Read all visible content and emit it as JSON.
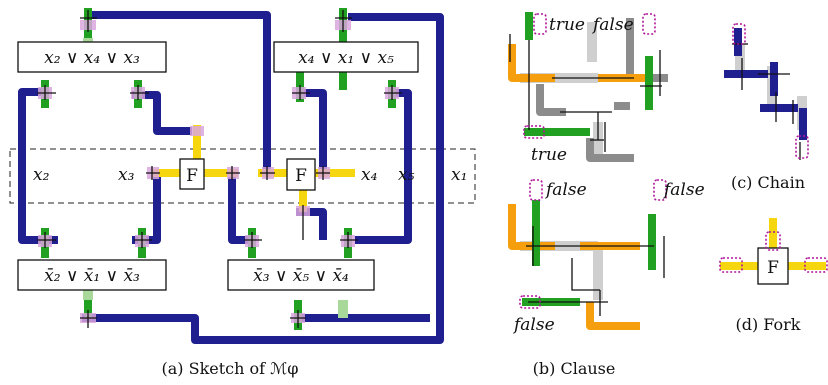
{
  "panel_a": {
    "clause_top_left": "x₂ ∨ x₄ ∨ x₃",
    "clause_top_right": "x₄ ∨ x₁ ∨ x₅",
    "clause_bottom_left": "x̄₂ ∨ x̄₁ ∨ x̄₃",
    "clause_bottom_right": "x̄₃ ∨ x̄₅ ∨ x̄₄",
    "var_x2": "x₂",
    "var_x3": "x₃",
    "var_x4": "x₄",
    "var_x5": "x₅",
    "var_x1": "x₁",
    "fork_left": "F",
    "fork_right": "F",
    "caption": "(a) Sketch of ℳφ"
  },
  "panel_b": {
    "label_true_top": "true",
    "label_false_top": "false",
    "label_true_bottom": "true",
    "label_false_1": "false",
    "label_false_2": "false",
    "label_false_3": "false",
    "caption": "(b) Clause"
  },
  "panel_c": {
    "caption": "(c) Chain"
  },
  "panel_d": {
    "fork_label": "F",
    "caption": "(d) Fork"
  },
  "colors": {
    "wire": "#1f1f8f",
    "literal": "#22a022",
    "fork": "#f5d60f",
    "false_path": "#f59f0f",
    "gray_path": "#8c8c8c",
    "pad": "#d9a6dd"
  }
}
